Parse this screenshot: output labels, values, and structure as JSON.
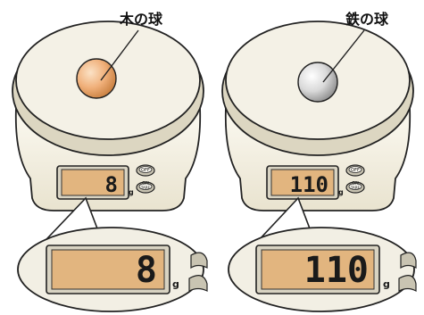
{
  "scales": [
    {
      "id": "wood",
      "ball_label": "木の球",
      "ball_colors": {
        "light": "#fbe2c6",
        "mid": "#f0b07a",
        "dark": "#c98040"
      },
      "display_value": "8",
      "zoom_value": "8",
      "unit": "g",
      "off_label": "OFF",
      "on_label": "ON",
      "tare_label": "TARE"
    },
    {
      "id": "iron",
      "ball_label": "鉄の球",
      "ball_colors": {
        "light": "#ffffff",
        "mid": "#d9d9d9",
        "dark": "#8f8f8f"
      },
      "display_value": "110",
      "zoom_value": "110",
      "unit": "g",
      "off_label": "OFF",
      "on_label": "ON",
      "tare_label": "TARE"
    }
  ],
  "colors": {
    "scale_body": "#f2efe4",
    "scale_shadow": "#dcd6c1",
    "lcd_bg": "#e2b57f",
    "lcd_text": "#1a1a1a",
    "outline": "#222222"
  }
}
